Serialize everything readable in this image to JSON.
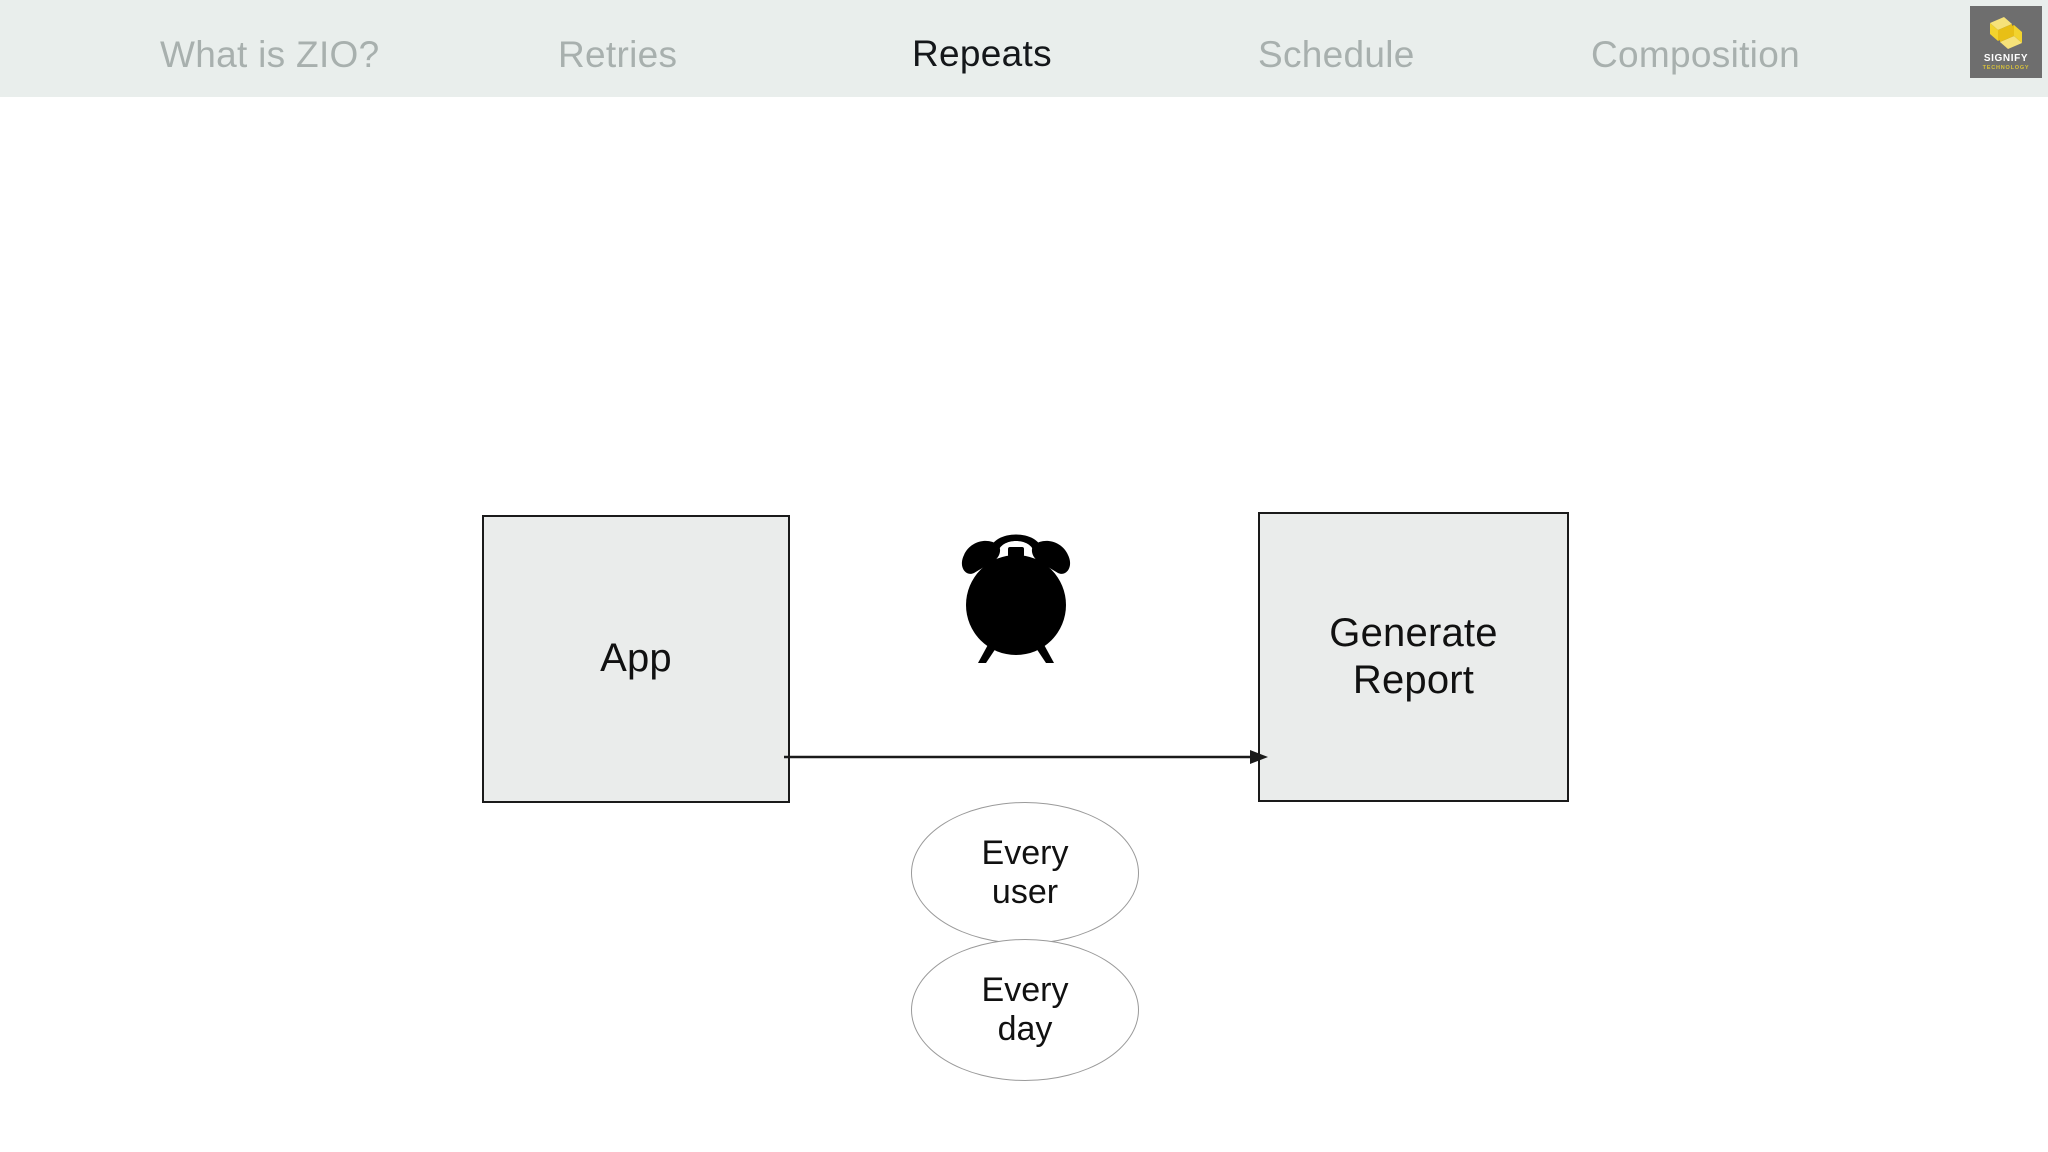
{
  "nav": {
    "items": [
      {
        "label": "What is ZIO?",
        "active": false
      },
      {
        "label": "Retries",
        "active": false
      },
      {
        "label": "Repeats",
        "active": true
      },
      {
        "label": "Schedule",
        "active": false
      },
      {
        "label": "Composition",
        "active": false
      }
    ],
    "background_color": "#e9eeec",
    "inactive_color": "#a8b0ae",
    "active_color": "#14171a"
  },
  "brand": {
    "name": "SIGNIFY",
    "subtitle": "TECHNOLOGY",
    "icon": "signify-chevron-mark",
    "background_color": "#6e6e6e",
    "mark_color": "#f2d32e"
  },
  "diagram": {
    "nodes": [
      {
        "id": "app",
        "label": "App",
        "shape": "rectangle",
        "fill": "#eaeceb",
        "stroke": "#1a1a1a"
      },
      {
        "id": "report",
        "label_line1": "Generate",
        "label_line2": "Report",
        "shape": "rectangle",
        "fill": "#eaeceb",
        "stroke": "#1a1a1a"
      }
    ],
    "edge": {
      "from": "app",
      "to": "report",
      "style": "solid-arrow",
      "color": "#1a1a1a"
    },
    "clock": {
      "icon": "alarm-clock-icon",
      "color": "#000000"
    },
    "bubbles": [
      {
        "id": "every-user",
        "line1": "Every",
        "line2": "user",
        "shape": "ellipse",
        "stroke": "#9a9a9a",
        "fill": "#ffffff"
      },
      {
        "id": "every-day",
        "line1": "Every",
        "line2": "day",
        "shape": "ellipse",
        "stroke": "#9a9a9a",
        "fill": "#ffffff"
      }
    ]
  },
  "canvas": {
    "background_color": "#ffffff"
  }
}
